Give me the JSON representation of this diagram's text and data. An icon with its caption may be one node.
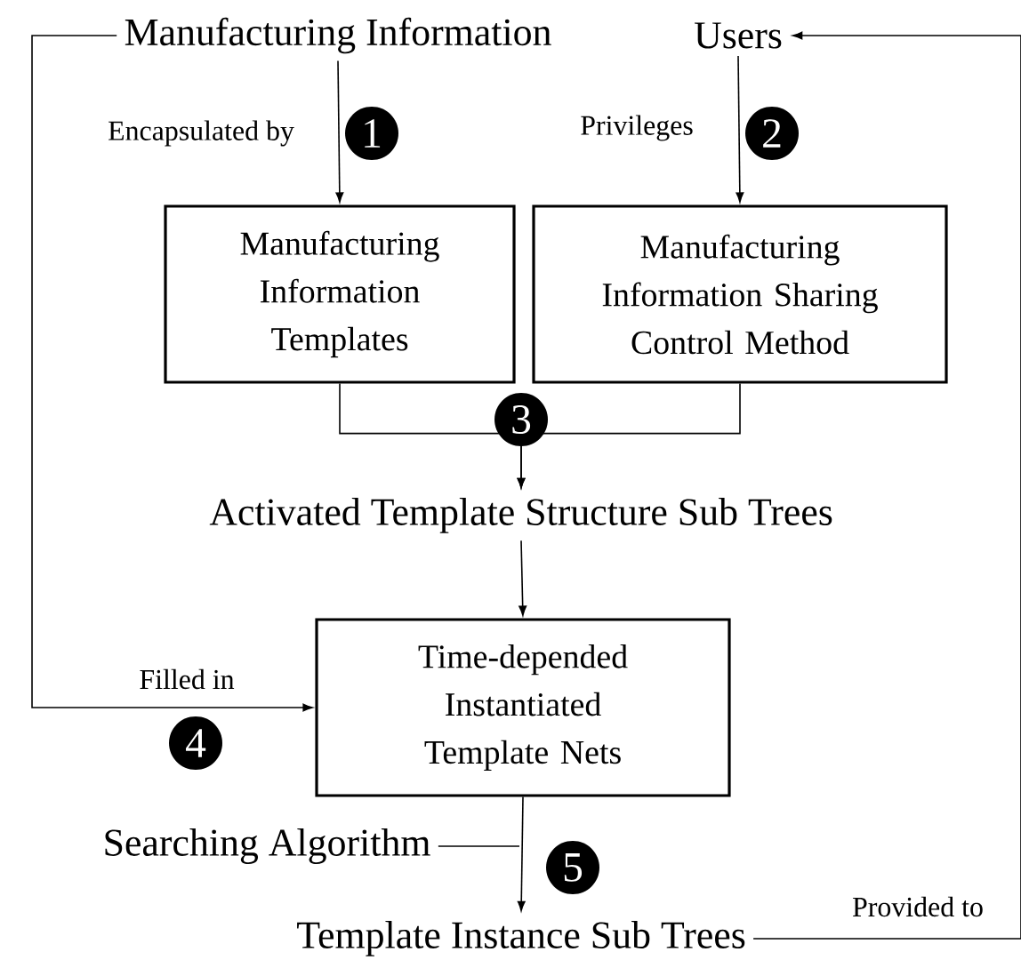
{
  "diagram": {
    "nodes": [
      {
        "text": [
          "Manufacturing Information"
        ]
      },
      {
        "text": [
          "Users"
        ]
      },
      {
        "text": [
          "Manufacturing Information Templates"
        ]
      },
      {
        "text": [
          "Manufacturing Information Sharing Control Method"
        ]
      },
      {
        "text": [
          "Activated Template Structure Sub Trees"
        ]
      },
      {
        "text": [
          "Time-depended Instantiated Template Nets"
        ]
      },
      {
        "text": [
          "Template Instance Sub Trees"
        ]
      },
      {
        "text": [
          "Searching Algorithm"
        ]
      }
    ],
    "edges": [
      {
        "from": 0,
        "to": 2,
        "arrow": "to",
        "label": "Encapsulated by"
      },
      {
        "from": 1,
        "to": 3,
        "arrow": "to",
        "label": "Privileges"
      },
      {
        "from": 2,
        "to": 4,
        "arrow": "to"
      },
      {
        "from": 3,
        "to": 4,
        "arrow": "to"
      },
      {
        "from": 4,
        "to": 5,
        "arrow": "to"
      },
      {
        "from": 0,
        "to": 5,
        "arrow": "to",
        "label": "Filled in"
      },
      {
        "from": 5,
        "to": 6,
        "arrow": "to"
      },
      {
        "from": 6,
        "to": 1,
        "arrow": "to",
        "label": "Provided to"
      },
      {
        "from": 7,
        "to": null,
        "arrow": "none"
      }
    ],
    "labels": [
      "1",
      "2",
      "3",
      "4",
      "5"
    ]
  }
}
